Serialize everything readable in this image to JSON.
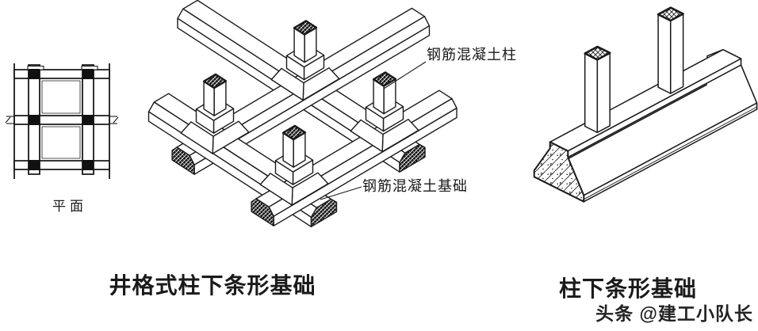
{
  "plan": {
    "label": "平面"
  },
  "grid_figure": {
    "caption": "井格式柱下条形基础",
    "annotations": {
      "column": "钢筋混凝土柱",
      "footing": "钢筋混凝土基础"
    }
  },
  "strip_figure": {
    "caption": "柱下条形基础"
  },
  "watermark": {
    "text": "头条 @建工小队长"
  },
  "colors": {
    "line": "#1a1a1a",
    "background": "#ffffff"
  }
}
